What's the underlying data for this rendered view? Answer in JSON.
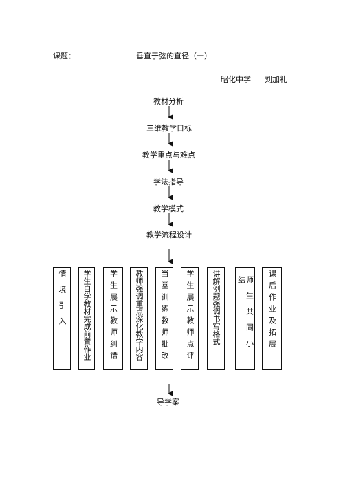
{
  "header": {
    "lesson_label": "课题：",
    "lesson_title": "垂直于弦的直径（一）",
    "school": "昭化中学",
    "author": "刘加礼"
  },
  "flow": {
    "steps": [
      "教材分析",
      "三维教学目标",
      "教学重点与难点",
      "学法指导",
      "教学模式",
      "教学流程设计"
    ],
    "boxes": [
      "情境引入",
      "学生自学教材完成前置作业",
      "学生展示教师纠错",
      "教师强调重点深化教学内容",
      "当堂训练教师批改",
      "学生展示教师点评",
      "讲解例题强调书写格式",
      "师生共同小结",
      "课后作业及拓展"
    ],
    "final": "导学案"
  },
  "colors": {
    "ink": "#111111",
    "background": "#ffffff"
  }
}
